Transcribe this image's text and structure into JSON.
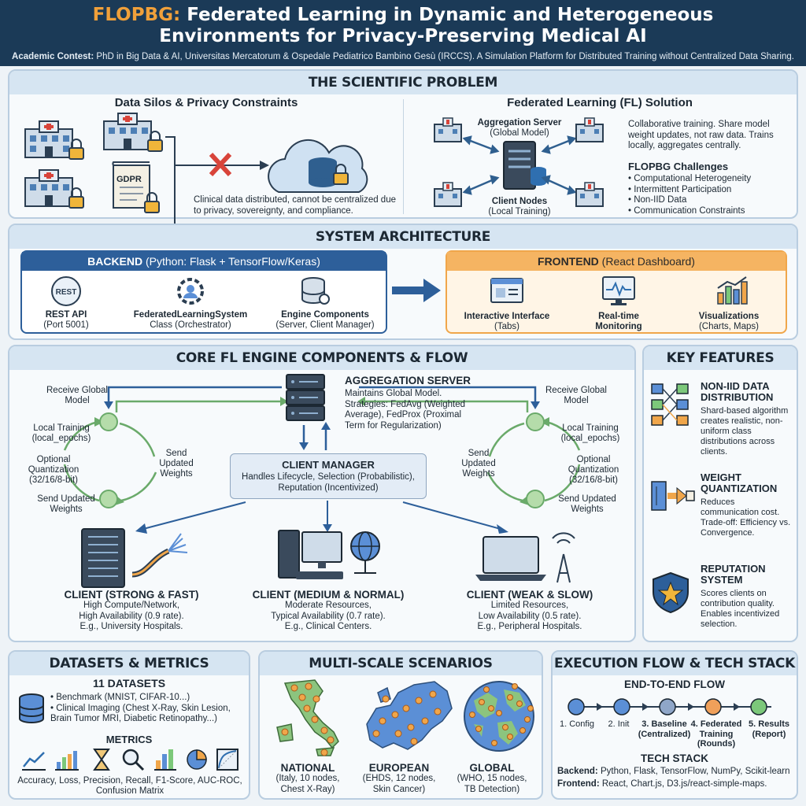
{
  "header": {
    "title_brand": "FLOPBG:",
    "title_line1_rest": " Federated Learning in Dynamic and Heterogeneous",
    "title_line2": "Environments for Privacy-Preserving Medical AI",
    "subtitle_label": "Academic Contest:",
    "subtitle_text": " PhD in Big Data & AI, Universitas Mercatorum & Ospedale Pediatrico Bambino Gesù (IRCCS). A Simulation Platform for Distributed Training without Centralized Data Sharing."
  },
  "problem": {
    "title": "THE SCIENTIFIC PROBLEM",
    "left_heading": "Data Silos & Privacy Constraints",
    "gdpr_label": "GDPR",
    "left_caption": "Clinical data distributed, cannot be centralized due to privacy, sovereignty, and compliance.",
    "right_heading": "Federated Learning (FL) Solution",
    "agg_label": "Aggregation Server",
    "agg_sub": "(Global Model)",
    "client_label": "Client Nodes",
    "client_sub": "(Local Training)",
    "solution_text": "Collaborative training. Share model weight updates, not raw data. Trains locally, aggregates centrally.",
    "challenges_heading": "FLOPBG Challenges",
    "challenges": [
      "Computational Heterogeneity",
      "Intermittent Participation",
      "Non-IID Data",
      "Communication Constraints"
    ]
  },
  "architecture": {
    "title": "SYSTEM ARCHITECTURE",
    "backend_bold": "BACKEND",
    "backend_rest": " (Python: Flask + TensorFlow/Keras)",
    "backend_items": [
      {
        "icon": "rest-api-icon",
        "badge": "REST",
        "label": "REST API",
        "sub": "(Port 5001)"
      },
      {
        "icon": "orchestrator-icon",
        "label": "FederatedLearningSystem",
        "sub": "Class (Orchestrator)"
      },
      {
        "icon": "engine-database-icon",
        "label": "Engine Components",
        "sub": "(Server, Client Manager)"
      }
    ],
    "frontend_bold": "FRONTEND",
    "frontend_rest": " (React Dashboard)",
    "frontend_items": [
      {
        "icon": "interface-window-icon",
        "label": "Interactive Interface",
        "sub": "(Tabs)"
      },
      {
        "icon": "monitor-pulse-icon",
        "label": "Real-time",
        "sub": "Monitoring"
      },
      {
        "icon": "bar-chart-icon",
        "label": "Visualizations",
        "sub": "(Charts, Maps)"
      }
    ]
  },
  "engine": {
    "title": "CORE FL ENGINE COMPONENTS & FLOW",
    "server_title": "AGGREGATION SERVER",
    "server_desc": "Maintains Global Model. Strategies: FedAvg (Weighted Average), FedProx (Proximal Term for Regularization)",
    "manager_title": "CLIENT MANAGER",
    "manager_desc": "Handles Lifecycle, Selection (Probabilistic), Reputation (Incentivized)",
    "loop": {
      "receive": "Receive Global Model",
      "local": "Local Training (local_epochs)",
      "quant": "Optional Quantization (32/16/8-bit)",
      "send": "Send Updated Weights",
      "send_mid": "Send Updated Weights"
    },
    "clients": [
      {
        "title": "CLIENT (STRONG & FAST)",
        "l1": "High Compute/Network,",
        "l2": "High Availability (0.9 rate).",
        "l3": "E.g., University Hospitals."
      },
      {
        "title": "CLIENT (MEDIUM & NORMAL)",
        "l1": "Moderate Resources,",
        "l2": "Typical Availability (0.7 rate).",
        "l3": "E.g., Clinical Centers."
      },
      {
        "title": "CLIENT (WEAK & SLOW)",
        "l1": "Limited Resources,",
        "l2": "Low Availability (0.5 rate).",
        "l3": "E.g., Peripheral Hospitals."
      }
    ]
  },
  "features": {
    "title": "KEY FEATURES",
    "items": [
      {
        "icon": "non-iid-icon",
        "title": "NON-IID DATA DISTRIBUTION",
        "desc": "Shard-based algorithm creates realistic, non-uniform class distributions across clients."
      },
      {
        "icon": "quantization-icon",
        "title": "WEIGHT QUANTIZATION",
        "desc": "Reduces communication cost. Trade-off: Efficiency vs. Convergence."
      },
      {
        "icon": "reputation-shield-icon",
        "title": "REPUTATION SYSTEM",
        "desc": "Scores clients on contribution quality. Enables incentivized selection."
      }
    ]
  },
  "datasets": {
    "title": "DATASETS & METRICS",
    "count": "11 DATASETS",
    "items": [
      "Benchmark (MNIST, CIFAR-10...)",
      "Clinical Imaging (Chest X-Ray, Skin Lesion, Brain Tumor MRI, Diabetic Retinopathy...)"
    ],
    "metrics_heading": "METRICS",
    "metrics_text": "Accuracy, Loss, Precision, Recall, F1-Score, AUC-ROC, Confusion Matrix"
  },
  "scenarios": {
    "title": "MULTI-SCALE SCENARIOS",
    "items": [
      {
        "icon": "italy-map-icon",
        "title": "NATIONAL",
        "l1": "(Italy, 10 nodes,",
        "l2": "Chest X-Ray)"
      },
      {
        "icon": "europe-map-icon",
        "title": "EUROPEAN",
        "l1": "(EHDS, 12 nodes,",
        "l2": "Skin Cancer)"
      },
      {
        "icon": "globe-map-icon",
        "title": "GLOBAL",
        "l1": "(WHO, 15 nodes,",
        "l2": "TB Detection)"
      }
    ]
  },
  "execution": {
    "title": "EXECUTION FLOW & TECH STACK",
    "flow_heading": "END-TO-END FLOW",
    "steps": [
      {
        "label": "1. Config",
        "color": "#5b8fd6"
      },
      {
        "label": "2. Init",
        "color": "#5b8fd6"
      },
      {
        "label": "3. Baseline (Centralized)",
        "color": "#8fa6c8"
      },
      {
        "label": "4. Federated Training (Rounds)",
        "color": "#f0a05a"
      },
      {
        "label": "5. Results (Report)",
        "color": "#7cc87a"
      }
    ],
    "tech_heading": "TECH STACK",
    "backend_label": "Backend:",
    "backend_text": " Python, Flask, TensorFlow, NumPy, Scikit-learn",
    "frontend_label": "Frontend:",
    "frontend_text": " React, Chart.js, D3.js/react-simple-maps."
  },
  "colors": {
    "navy": "#1b3a57",
    "brand": "#f0a03a",
    "backend": "#2d5f9a",
    "frontend": "#f0a64a",
    "green": "#6aaa6a"
  }
}
